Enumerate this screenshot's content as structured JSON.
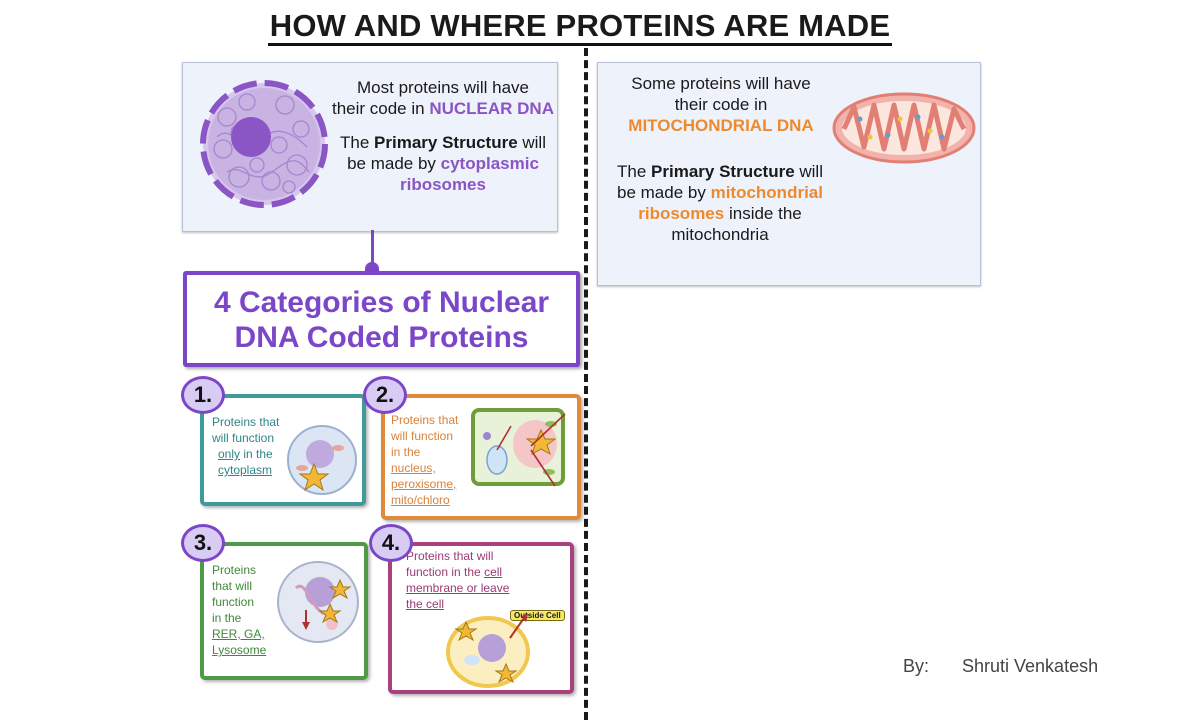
{
  "title": "HOW AND WHERE PROTEINS ARE MADE",
  "nuclear_panel": {
    "line1": "Most proteins will have",
    "line2_prefix": "their code in ",
    "line2_highlight": "NUCLEAR DNA",
    "line3_prefix": "The ",
    "line3_bold": "Primary Structure",
    "line3_suffix": " will",
    "line4_prefix": "be made by ",
    "line4_highlight": "cytoplasmic",
    "line5_highlight": "ribosomes"
  },
  "mito_panel": {
    "line1": "Some proteins will have",
    "line2": "their code in",
    "line3_highlight": "MITOCHONDRIAL DNA",
    "line4_prefix": "The ",
    "line4_bold": "Primary Structure",
    "line4_suffix": " will",
    "line5_prefix": "be made by ",
    "line5_highlight": "mitochondrial",
    "line6_highlight": "ribosomes",
    "line6_suffix": " inside the",
    "line7": "mitochondria"
  },
  "categories_box": {
    "line1": "4 Categories of Nuclear",
    "line2": "DNA Coded Proteins"
  },
  "cards": [
    {
      "number": "1.",
      "color": "#3f9a9c",
      "l1": "Proteins that",
      "l2": "will function",
      "l3_u": "only",
      "l3": " in the",
      "l4_u": "cytoplasm"
    },
    {
      "number": "2.",
      "color": "#e08a3a",
      "l1": "Proteins that",
      "l2": "will function",
      "l3": "in the",
      "l4_u": "nucleus,",
      "l5_u": "peroxisome,",
      "l6_u": "mito/chloro"
    },
    {
      "number": "3.",
      "color": "#4f9a47",
      "l1": "Proteins",
      "l2": "that will",
      "l3": "function",
      "l4": "in the",
      "l5_u": "RER, GA,",
      "l6_u": "Lysosome"
    },
    {
      "number": "4.",
      "color": "#a8417e",
      "l1": "Proteins that will",
      "l2_prefix": "function in the ",
      "l2_u": "cell",
      "l3_u": "membrane or leave",
      "l4_u": "the cell",
      "tag": "Outside Cell"
    }
  ],
  "credit": {
    "label": "By:",
    "name": "Shruti Venkatesh"
  }
}
